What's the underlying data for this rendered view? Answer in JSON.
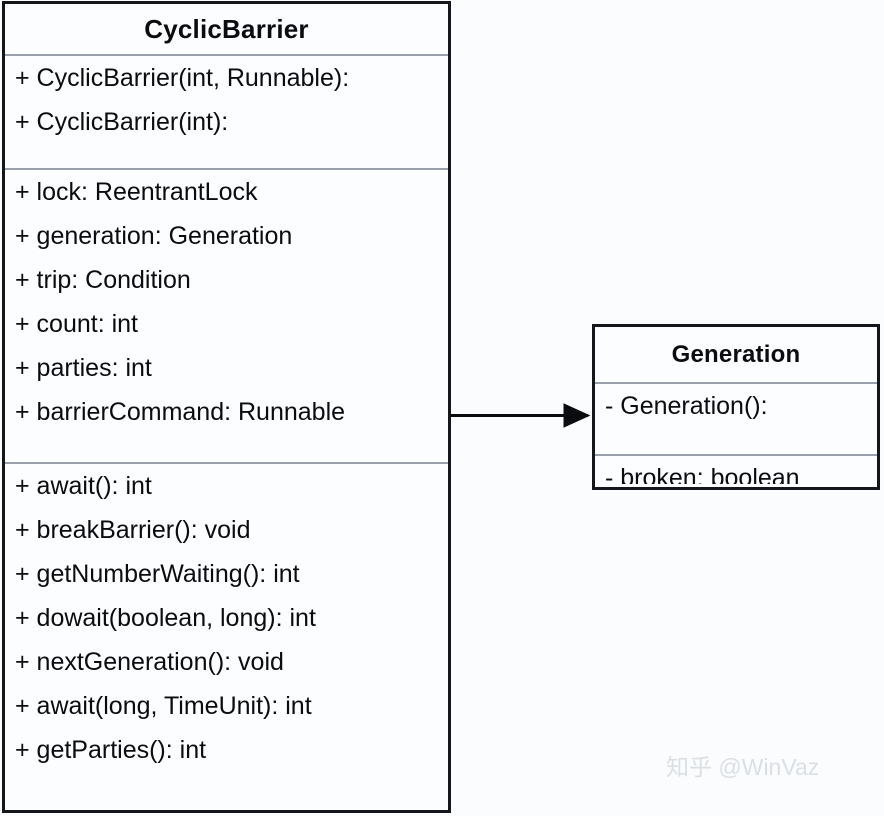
{
  "diagram": {
    "type": "uml-class-diagram",
    "background_color": "#fbfcfe",
    "border_color": "#14161c",
    "divider_color": "#9aa0ab"
  },
  "classes": [
    {
      "id": "cyclicbarrier",
      "name": "CyclicBarrier",
      "constructors": [
        "+ CyclicBarrier(int, Runnable):",
        "+ CyclicBarrier(int):"
      ],
      "fields": [
        "+ lock: ReentrantLock",
        "+ generation: Generation",
        "+ trip: Condition",
        "+ count: int",
        "+ parties: int",
        "+ barrierCommand: Runnable"
      ],
      "methods": [
        "+ await(): int",
        "+ breakBarrier(): void",
        "+ getNumberWaiting(): int",
        "+ dowait(boolean, long): int",
        "+ nextGeneration(): void",
        "+ await(long, TimeUnit): int",
        "+ getParties(): int"
      ]
    },
    {
      "id": "generation",
      "name": "Generation",
      "constructors": [
        "- Generation():"
      ],
      "fields": [
        "- broken: boolean"
      ]
    }
  ],
  "relationship": {
    "label": "association",
    "from": "CyclicBarrier",
    "to": "Generation",
    "line_style": "solid",
    "arrow_style": "filled-triangle",
    "color": "#0b0c10"
  },
  "watermark": {
    "text": "知乎 @WinVaz",
    "color": "#dadfe4"
  }
}
